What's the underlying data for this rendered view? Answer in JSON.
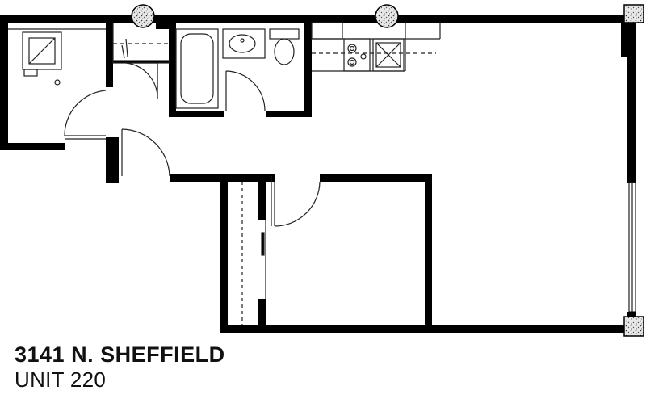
{
  "floorplan": {
    "address": "3141 N. SHEFFIELD",
    "unit": "UNIT 220",
    "colors": {
      "wall": "#000000",
      "line": "#222222",
      "column_fill": "#e8e8e8",
      "background": "#ffffff"
    },
    "fixtures": [
      "bathtub",
      "sink",
      "toilet",
      "stove",
      "kitchen-sink",
      "washer-dryer",
      "door-swing",
      "window",
      "column"
    ]
  }
}
